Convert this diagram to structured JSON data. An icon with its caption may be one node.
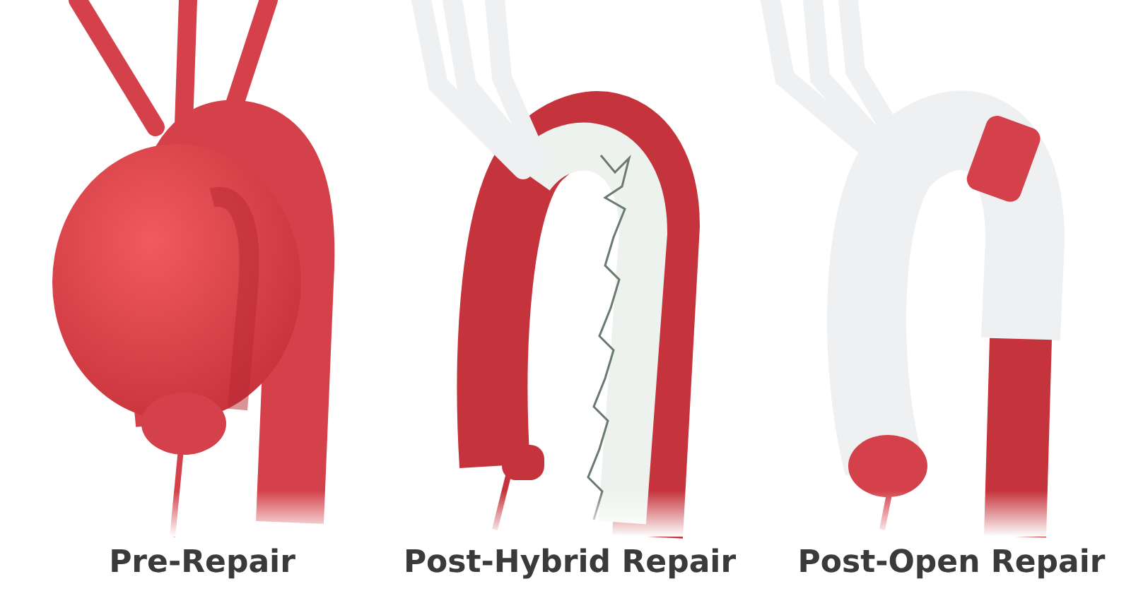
{
  "diagram": {
    "labels": [
      "Pre-Repair",
      "Post-Hybrid Repair",
      "Post-Open Repair"
    ]
  }
}
